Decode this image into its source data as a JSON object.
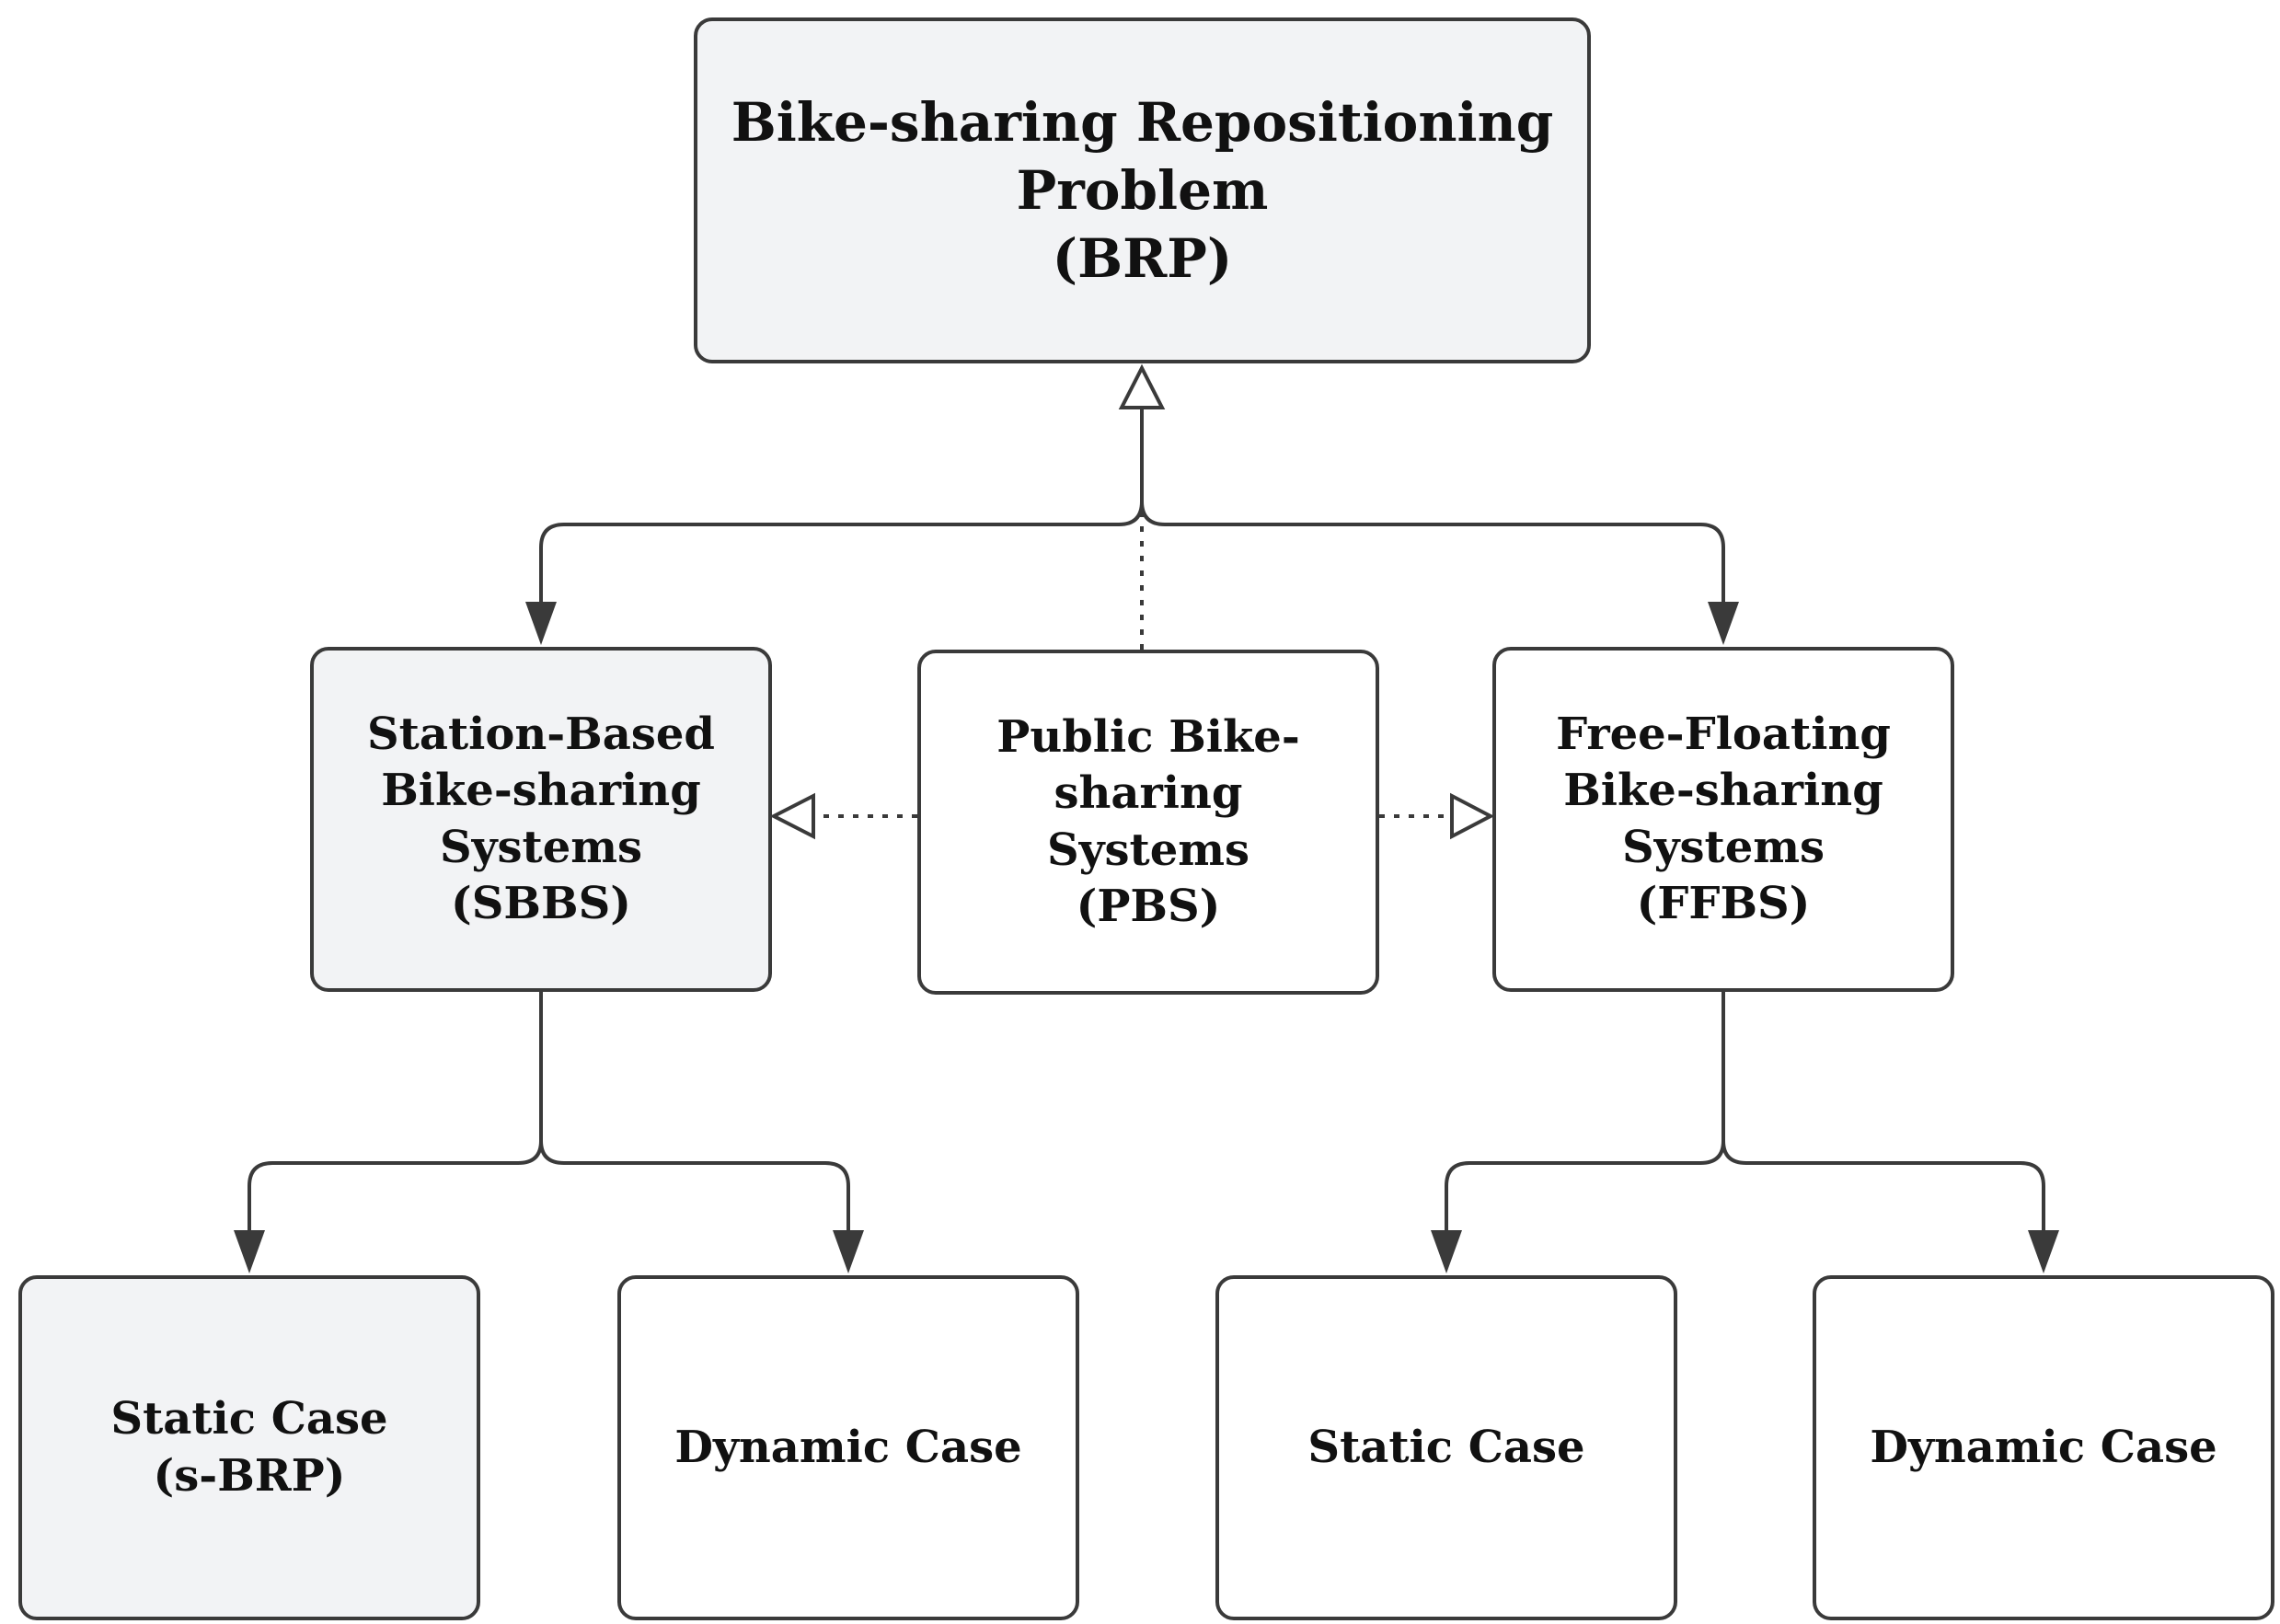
{
  "colors": {
    "line": "#3a3a3a",
    "shaded_fill": "#f2f3f5",
    "plain_fill": "#ffffff",
    "text": "#111111"
  },
  "nodes": {
    "brp": {
      "lines": [
        "Bike-sharing Repositioning",
        "Problem",
        "(BRP)"
      ]
    },
    "sbbs": {
      "lines": [
        "Station-Based",
        "Bike-sharing",
        "Systems",
        "(SBBS)"
      ]
    },
    "pbs": {
      "lines": [
        "Public Bike-sharing",
        "Systems",
        "(PBS)"
      ]
    },
    "ffbs": {
      "lines": [
        "Free-Floating",
        "Bike-sharing",
        "Systems",
        "(FFBS)"
      ]
    },
    "sbbs_static": {
      "lines": [
        "Static Case",
        "(s-BRP)"
      ]
    },
    "sbbs_dynamic": {
      "lines": [
        "Dynamic Case"
      ]
    },
    "ffbs_static": {
      "lines": [
        "Static Case"
      ]
    },
    "ffbs_dynamic": {
      "lines": [
        "Dynamic Case"
      ]
    }
  }
}
